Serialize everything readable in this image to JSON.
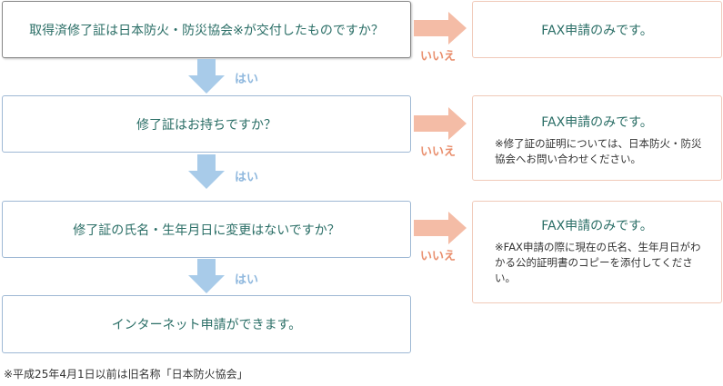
{
  "questions": [
    {
      "text": "取得済修了証は日本防火・防災協会※が交付したものですか？"
    },
    {
      "text": "修了証はお持ちですか？"
    },
    {
      "text": "修了証の氏名・生年月日に変更はないですか？"
    }
  ],
  "final": {
    "text": "インターネット申請ができます。"
  },
  "answers": [
    {
      "head": "FAX申請のみです。",
      "note": ""
    },
    {
      "head": "FAX申請のみです。",
      "note": "※修了証の証明については、日本防火・防災協会へお問い合わせください。"
    },
    {
      "head": "FAX申請のみです。",
      "note": "※FAX申請の際に現在の氏名、生年月日がわかる公的証明書のコピーを添付してください。"
    }
  ],
  "labels": {
    "yes": "はい",
    "no": "いいえ"
  },
  "footnote": "※平成25年4月1日以前は旧名称「日本防火協会」",
  "colors": {
    "yes_arrow": "#a8cbe9",
    "no_arrow": "#f4bca6",
    "text": "#2a6e66"
  }
}
